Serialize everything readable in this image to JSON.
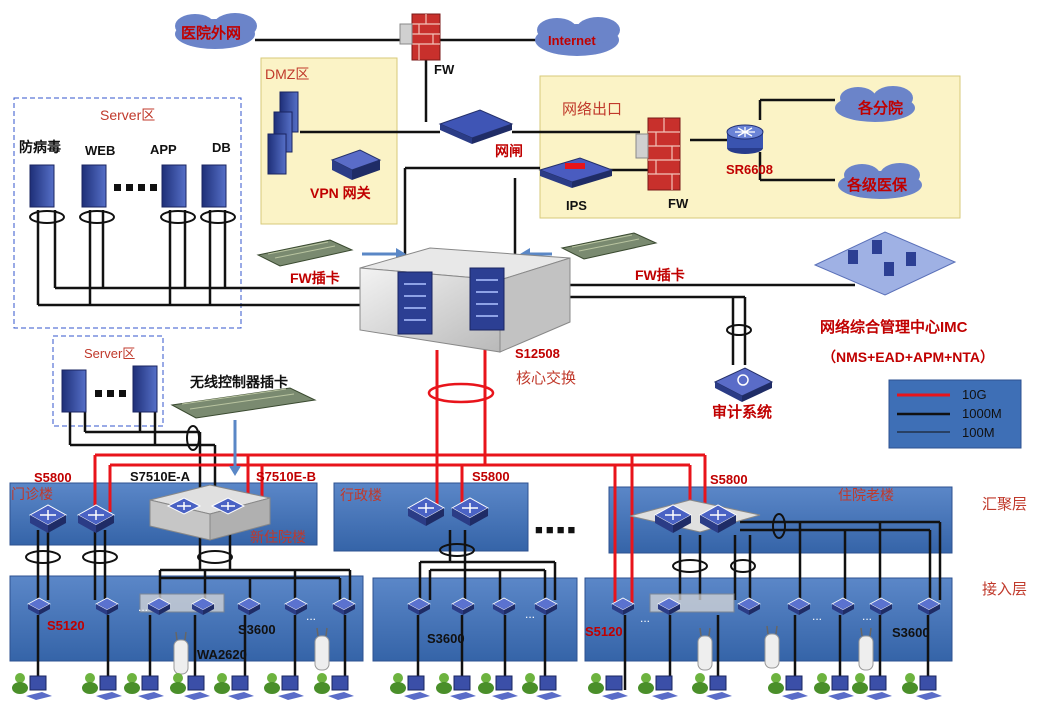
{
  "labels": {
    "hospital_extranet": "医院外网",
    "internet": "Internet",
    "fw_top": "FW",
    "dmz_zone": "DMZ区",
    "vpn_gateway": "VPN 网关",
    "network_gate": "网闸",
    "network_exit": "网络出口",
    "fw_exit": "FW",
    "ips": "IPS",
    "router_model": "SR6608",
    "branches": "各分院",
    "medical_insurance": "各级医保",
    "server_zone_main": "Server区",
    "srv_antivirus": "防病毒",
    "srv_web": "WEB",
    "srv_app": "APP",
    "srv_db": "DB",
    "fw_card_left": "FW插卡",
    "fw_card_right": "FW插卡",
    "imc_title": "网络综合管理中心IMC",
    "imc_sub": "（NMS+EAD+APM+NTA）",
    "server_zone_small": "Server区",
    "wireless_card": "无线控制器插卡",
    "core_model": "S12508",
    "core_label": "核心交换",
    "audit_system": "审计系统",
    "legend_10g": "10G",
    "legend_1000m": "1000M",
    "legend_100m": "100M",
    "s5800_left": "S5800",
    "s7510_a": "S7510E-A",
    "s7510_b": "S7510E-B",
    "clinic_building": "门诊楼",
    "new_building": "新住院楼",
    "s5800_mid": "S5800",
    "admin_building": "行政楼",
    "s5800_right": "S5800",
    "inpatient_building": "住院老楼",
    "aggregation_layer": "汇聚层",
    "access_layer": "接入层",
    "s5120_left": "S5120",
    "s3600_left": "S3600",
    "wa2620": "WA2620",
    "s3600_mid": "S3600",
    "s5120_right": "S5120",
    "s3600_right": "S3600",
    "ellipsis": "...",
    "dots": "■■■■"
  },
  "colors": {
    "link_10g": "#e8141b",
    "link_1000m": "#111111",
    "layer_blue": "#3e6fb6",
    "zone_yellow": "#fbf3c6",
    "cloud": "#6b84c9",
    "firewall": "#c8302c"
  }
}
